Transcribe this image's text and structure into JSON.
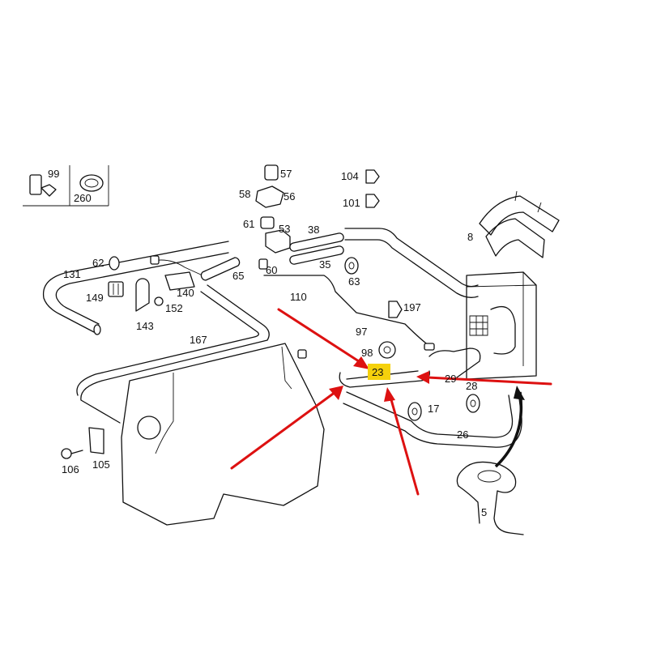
{
  "diagram": {
    "labels": {
      "l99": "99",
      "l260": "260",
      "l57": "57",
      "l58": "58",
      "l56": "56",
      "l104": "104",
      "l101": "101",
      "l61": "61",
      "l53": "53",
      "l38": "38",
      "l8": "8",
      "l62": "62",
      "l131": "131",
      "l60": "60",
      "l35": "35",
      "l63": "63",
      "l65": "65",
      "l149": "149",
      "l140": "140",
      "l152": "152",
      "l110": "110",
      "l197": "197",
      "l143": "143",
      "l167": "167",
      "l97": "97",
      "l98": "98",
      "l23": "23",
      "l29": "29",
      "l28": "28",
      "l17": "17",
      "l26": "26",
      "l106": "106",
      "l105": "105",
      "l5": "5"
    },
    "highlight_color": "#f5d10c",
    "arrow_color": "#dd1111",
    "highlighted_part": "23"
  }
}
